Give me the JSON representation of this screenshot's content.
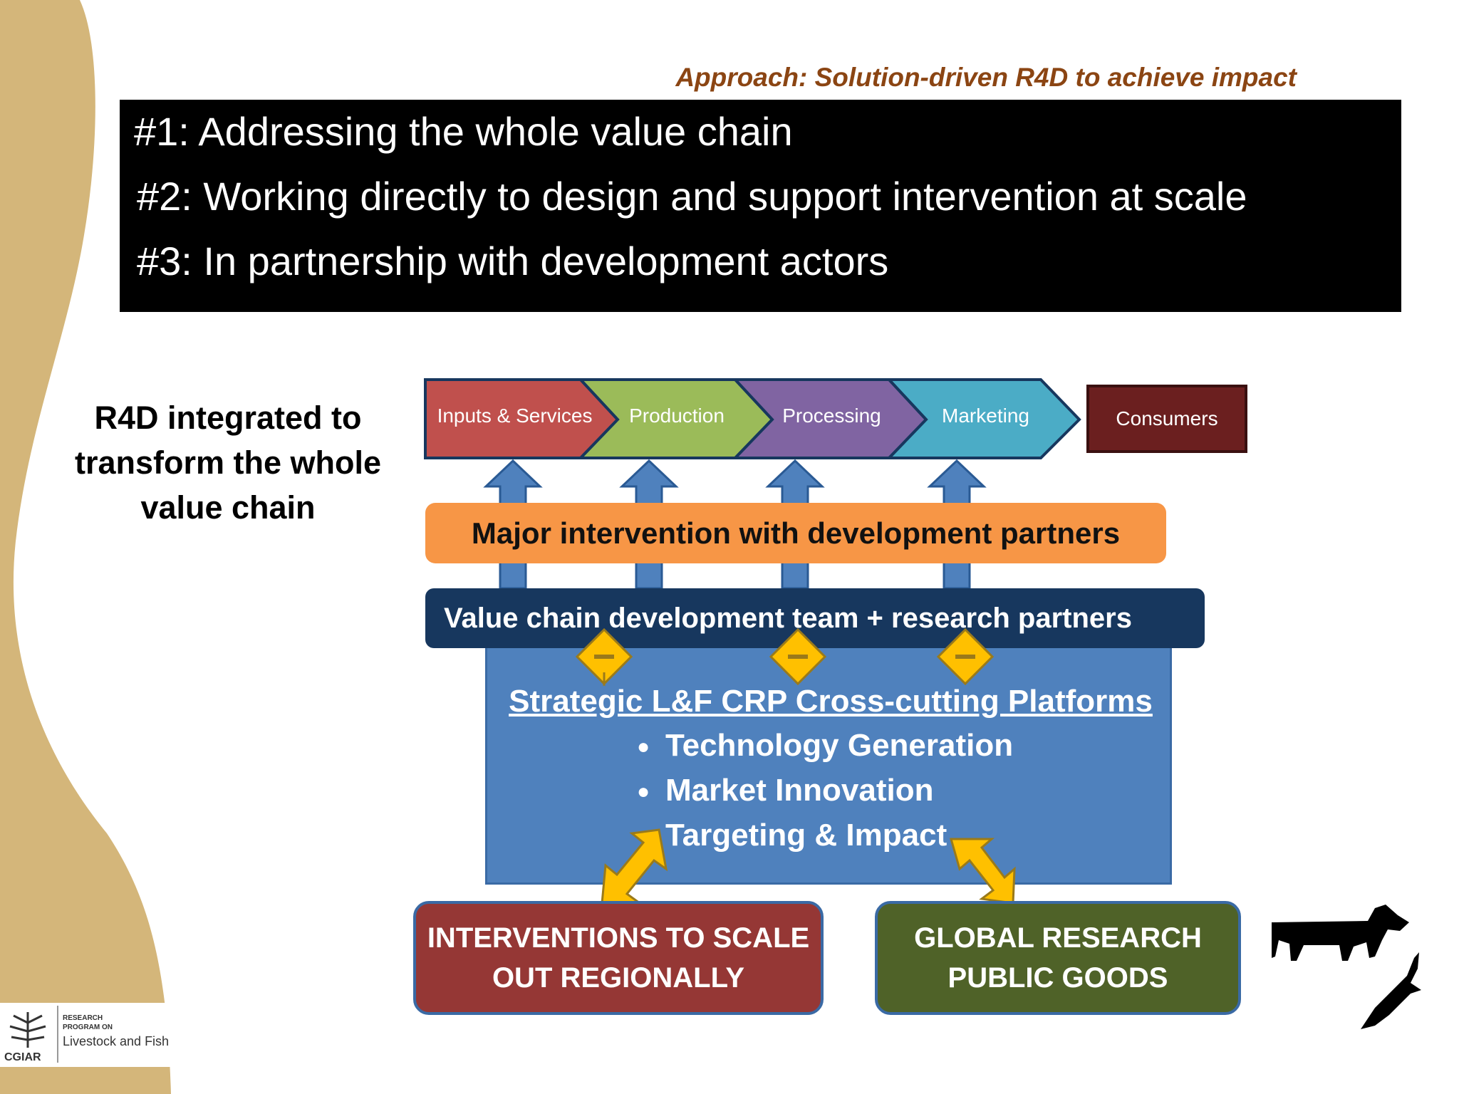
{
  "subtitle": "Approach: Solution-driven R4D to achieve impact",
  "banner": {
    "line1": "#1:  Addressing the whole value chain",
    "line2": "#2:  Working directly to design and support intervention at scale",
    "line3": "#3:  In partnership with development actors"
  },
  "side_heading": {
    "line1": "R4D integrated to",
    "line2": "transform the whole",
    "line3": "value chain"
  },
  "value_chain": {
    "stages": [
      "Inputs & Services",
      "Production",
      "Processing",
      "Marketing"
    ],
    "consumers": "Consumers"
  },
  "intervention_bar": "Major intervention with development partners",
  "team_bar": "Value chain development team + research partners",
  "platforms": {
    "title": "Strategic L&F CRP Cross-cutting Platforms",
    "items": [
      "Technology Generation",
      "Market Innovation",
      "Targeting & Impact"
    ]
  },
  "outcomes": {
    "left": {
      "line1": "INTERVENTIONS TO SCALE",
      "line2": "OUT REGIONALLY"
    },
    "right": {
      "line1": "GLOBAL RESEARCH",
      "line2": "PUBLIC GOODS"
    }
  },
  "logo": {
    "line1": "RESEARCH",
    "line2": "PROGRAM ON",
    "line3": "Livestock and Fish",
    "org": "CGIAR"
  },
  "colors": {
    "inputs": "#C0504D",
    "production": "#9BBB59",
    "processing": "#8064A2",
    "marketing": "#4BACC6",
    "consumers": "#6B1F1F",
    "orange": "#F79646",
    "navy": "#17375E",
    "platform": "#4F81BD",
    "arrow_gold": "#FFC000",
    "outcome_red": "#953735",
    "outcome_green": "#4F6228",
    "side_band": "#D4B67A"
  }
}
